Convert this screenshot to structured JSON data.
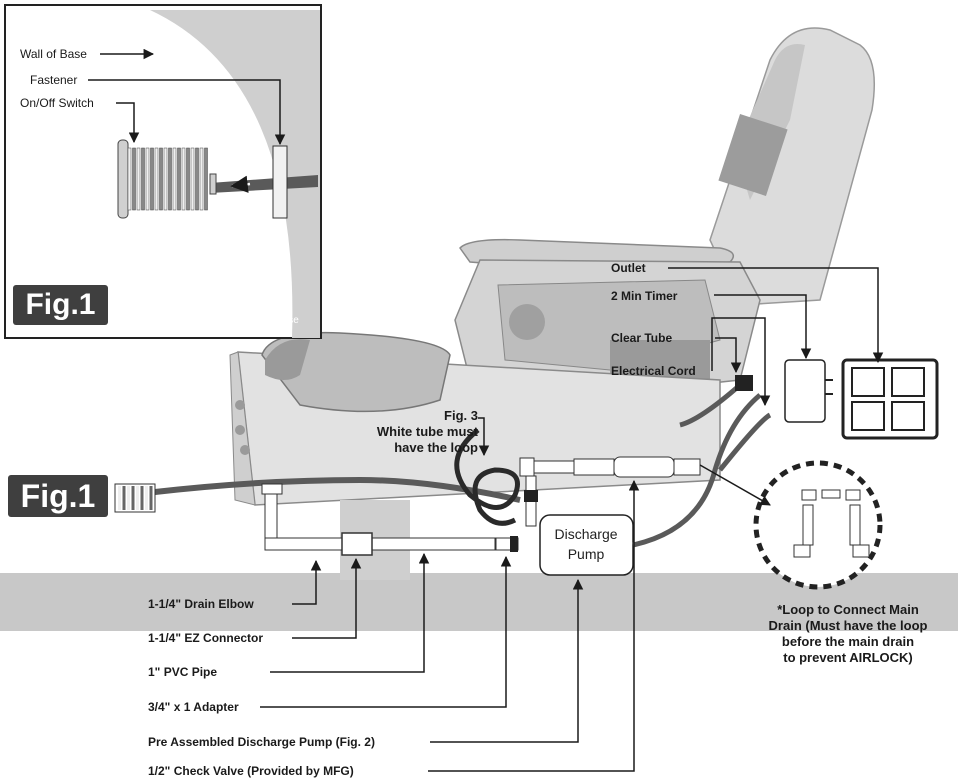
{
  "inset": {
    "labels": {
      "wall_of_base": "Wall of Base",
      "fastener": "Fastener",
      "on_off_switch": "On/Off Switch",
      "base": "Base"
    },
    "badge": "Fig.1"
  },
  "main_badge": "Fig.1",
  "chair_labels": {
    "outlet": "Outlet",
    "timer": "2 Min Timer",
    "clear_tube": "Clear Tube",
    "electrical_cord": "Electrical Cord"
  },
  "fig3_note": {
    "line1": "Fig. 3",
    "line2": "White tube must",
    "line3": "have the loop"
  },
  "pump": {
    "line1": "Discharge",
    "line2": "Pump"
  },
  "loop_note": {
    "line1": "*Loop to Connect Main",
    "line2": "Drain (Must have the loop",
    "line3": "before the main drain",
    "line4": "to prevent AIRLOCK)"
  },
  "callouts": [
    "1-1/4\" Drain Elbow",
    "1-1/4\" EZ Connector",
    "1\" PVC Pipe",
    "3/4\" x 1 Adapter",
    "Pre Assembled Discharge Pump (Fig. 2)",
    "1/2\" Check Valve (Provided by MFG)"
  ],
  "colors": {
    "floor": "#c8c8c8",
    "chair": "#d9d9d9",
    "chair_dark": "#a8a8a8",
    "badge": "#3f3f3f",
    "cord": "#555555"
  }
}
